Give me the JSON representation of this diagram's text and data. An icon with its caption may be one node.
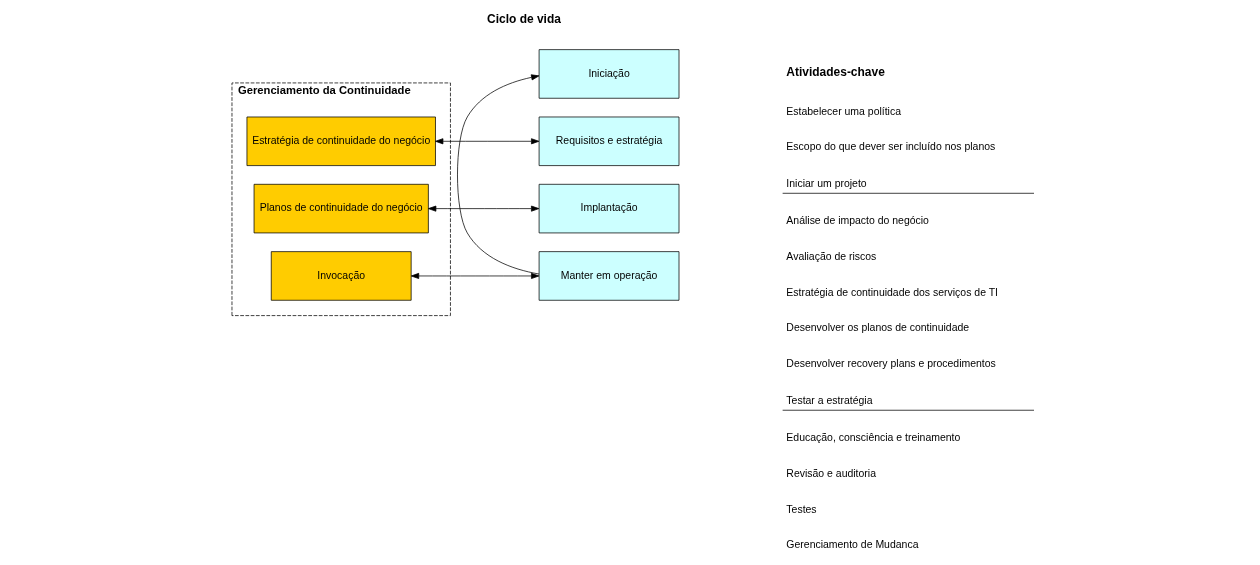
{
  "diagram": {
    "nodes": [
      {
        "text": [
          "Gerenciamento da Continuidade"
        ]
      },
      {
        "text": [
          "Estratégia de continuidade do negócio"
        ],
        "in": 0
      },
      {
        "text": [
          "Planos de continuidade do negócio"
        ],
        "in": 0
      },
      {
        "text": [
          "Invocação"
        ],
        "in": 0
      },
      {
        "text": [
          "Iniciação"
        ]
      },
      {
        "text": [
          "Requisitos e estratégia"
        ]
      },
      {
        "text": [
          "Implantação"
        ]
      },
      {
        "text": [
          "Manter em operação"
        ]
      }
    ],
    "edges": [
      {
        "from": 1,
        "to": 5,
        "arrow": "both"
      },
      {
        "from": 2,
        "to": 6,
        "arrow": "both"
      },
      {
        "from": 3,
        "to": 7,
        "arrow": "both"
      },
      {
        "from": 7,
        "to": 4,
        "arrow": "to"
      }
    ],
    "labels": [
      "Ciclo de vida",
      "Atividades-chave",
      "Estabelecer uma política",
      "Escopo do que dever ser incluído nos planos",
      "Iniciar um projeto",
      "Análise de impacto do negócio",
      "Avaliação de riscos",
      "Estratégia de continuidade dos serviços de TI",
      "Desenvolver os planos de continuidade",
      "Desenvolver recovery plans e procedimentos",
      "Testar a estratégia",
      "Educação, consciência e treinamento",
      "Revisão e auditoria",
      "Testes",
      "Gerenciamento de Mudanca"
    ]
  }
}
